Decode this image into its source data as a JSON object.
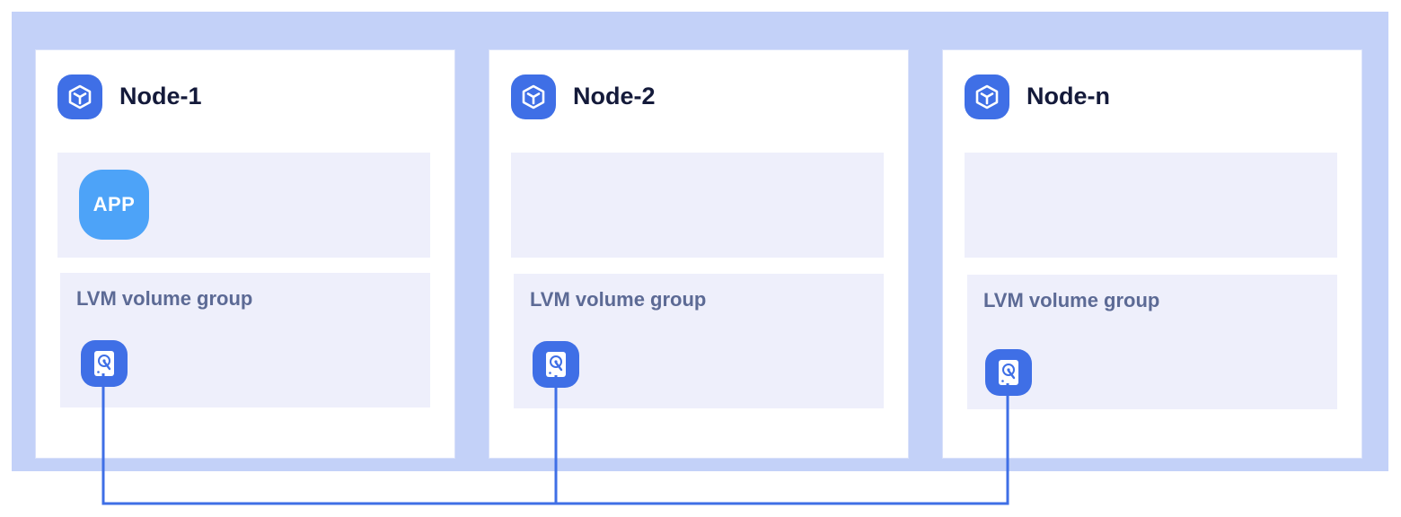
{
  "colors": {
    "cluster_bg": "#c3d1f8",
    "node_bg": "#ffffff",
    "panel_bg": "#eeeffb",
    "icon_blue": "#3f6fe6",
    "app_blue": "#4da3f8",
    "link_line": "#3f6fe6",
    "title_text": "#141a3a",
    "label_text": "#5c6a95"
  },
  "nodes": [
    {
      "title": "Node-1",
      "icon": "cube-icon",
      "app_label": "APP",
      "volume_group_label": "LVM volume group",
      "disk_icon": "hard-disk-icon"
    },
    {
      "title": "Node-2",
      "icon": "cube-icon",
      "app_label": "",
      "volume_group_label": "LVM volume group",
      "disk_icon": "hard-disk-icon"
    },
    {
      "title": "Node-n",
      "icon": "cube-icon",
      "app_label": "",
      "volume_group_label": "LVM volume group",
      "disk_icon": "hard-disk-icon"
    }
  ]
}
